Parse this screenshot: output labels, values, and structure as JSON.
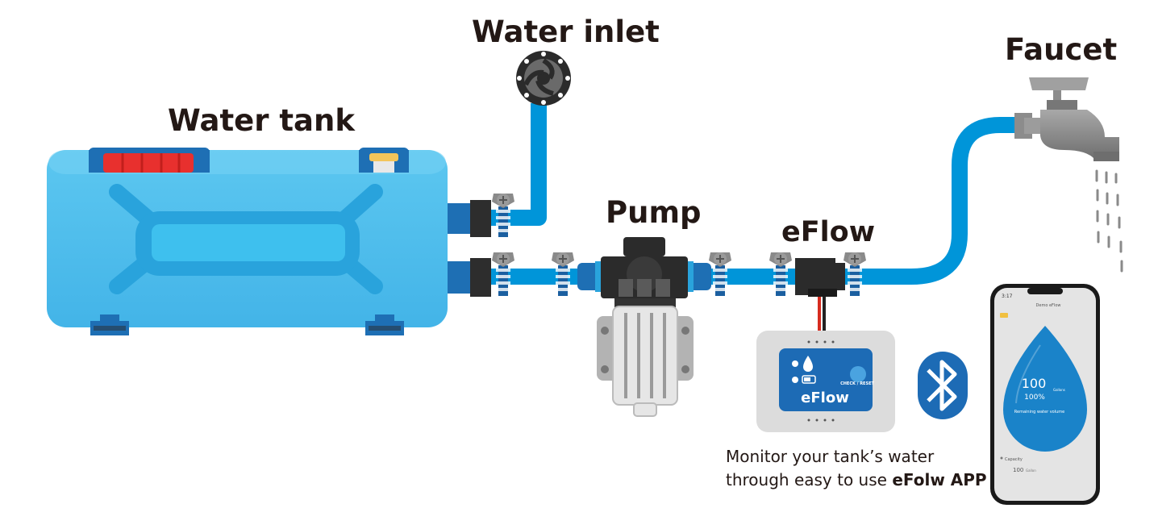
{
  "labels": {
    "water_tank": "Water tank",
    "water_inlet": "Water inlet",
    "faucet": "Faucet",
    "pump": "Pump",
    "eflow": "eFlow"
  },
  "caption": {
    "line1": "Monitor your tank’s water",
    "line2_prefix": "through easy to use ",
    "line2_bold": "eFolw APP"
  },
  "device": {
    "name": "eFlow",
    "button_label": "CHECK / RESET"
  },
  "phone": {
    "status_time": "3:17",
    "app_title": "Demo eFlow",
    "value": "100",
    "unit": "Gallons",
    "percent": "100%",
    "remaining_label": "Remaining water volume",
    "capacity_label": "Capacity",
    "capacity_value": "100",
    "capacity_unit": "Gallon"
  },
  "colors": {
    "pipe": "#0095d9",
    "tank_light": "#58c3ee",
    "tank_mid": "#29a3dc",
    "tank_dark": "#1e6fb4",
    "drop": "#1a83c9",
    "bluetooth": "#1d6bb5",
    "device_case": "#dcdcdc",
    "metal": "#8e8e8e",
    "text": "#231815"
  },
  "icons": [
    "water-drop-icon",
    "battery-icon",
    "bluetooth-icon",
    "clamp-icon"
  ]
}
